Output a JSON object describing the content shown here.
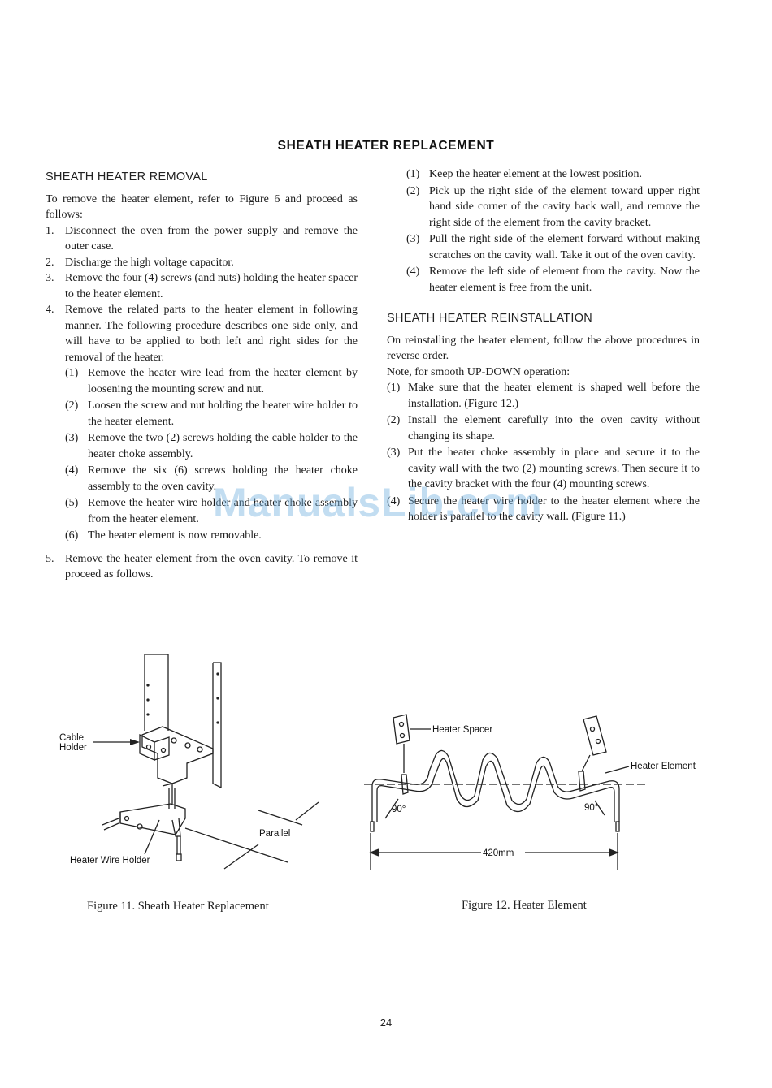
{
  "title": "SHEATH HEATER REPLACEMENT",
  "removal": {
    "heading": "SHEATH HEATER REMOVAL",
    "intro": "To remove the heater element, refer to Figure 6 and proceed as follows:",
    "steps": [
      {
        "num": "1.",
        "text": "Disconnect the oven from the power supply and remove the outer case."
      },
      {
        "num": "2.",
        "text": "Discharge the high voltage capacitor."
      },
      {
        "num": "3.",
        "text": "Remove the four (4) screws (and nuts) holding the heater spacer to the heater element."
      },
      {
        "num": "4.",
        "text": "Remove the related parts to the heater element in following manner. The following procedure describes one side only, and will have to be applied to both left and right sides for the removal of the heater."
      }
    ],
    "substeps": [
      {
        "num": "(1)",
        "text": "Remove the heater wire lead from the heater element by loosening the mounting screw and nut."
      },
      {
        "num": "(2)",
        "text": "Loosen the screw and nut holding the heater wire holder to the heater element."
      },
      {
        "num": "(3)",
        "text": "Remove the two (2) screws holding the cable holder to the heater choke assembly."
      },
      {
        "num": "(4)",
        "text": "Remove the six (6) screws holding the heater choke assembly to the oven cavity."
      },
      {
        "num": "(5)",
        "text": "Remove the heater wire holder and heater choke assembly from the heater element."
      },
      {
        "num": "(6)",
        "text": "The heater element is now removable."
      }
    ],
    "step5": {
      "num": "5.",
      "text": "Remove the heater element from the oven cavity. To remove it proceed as follows."
    }
  },
  "removal_cont": [
    {
      "num": "(1)",
      "text": "Keep the heater element at the lowest position."
    },
    {
      "num": "(2)",
      "text": "Pick up the right side of the element toward upper right hand side corner of the cavity back wall, and remove the right side of the element from the cavity bracket."
    },
    {
      "num": "(3)",
      "text": "Pull the right side of the element forward without making scratches on the cavity wall. Take it out of the oven cavity."
    },
    {
      "num": "(4)",
      "text": "Remove the left side of element from the cavity. Now the heater element is free from the unit."
    }
  ],
  "reinstall": {
    "heading": "SHEATH HEATER REINSTALLATION",
    "intro": "On reinstalling the heater element, follow the above procedures in reverse order.",
    "note": "Note, for smooth UP-DOWN operation:",
    "steps": [
      {
        "num": "(1)",
        "text": "Make sure that the heater element is shaped well before the installation. (Figure 12.)"
      },
      {
        "num": "(2)",
        "text": "Install the element carefully into the oven cavity without changing its shape."
      },
      {
        "num": "(3)",
        "text": "Put the heater choke assembly in place and secure it to the cavity wall with the two (2) mounting screws. Then secure it to the cavity bracket with the four (4) mounting screws."
      },
      {
        "num": "(4)",
        "text": "Secure the heater wire holder to the heater element where the holder is parallel to the cavity wall. (Figure 11.)"
      }
    ]
  },
  "figure11": {
    "caption": "Figure 11.  Sheath Heater Replacement",
    "label_cable_holder_1": "Cable",
    "label_cable_holder_2": "Holder",
    "label_parallel": "Parallel",
    "label_wire_holder": "Heater Wire Holder"
  },
  "figure12": {
    "caption": "Figure 12.  Heater Element",
    "label_spacer": "Heater Spacer",
    "label_element": "Heater Element",
    "angle_left": "90°",
    "angle_right": "90°",
    "dimension": "420mm"
  },
  "page_number": "24",
  "watermark": "ManualsLib.com"
}
